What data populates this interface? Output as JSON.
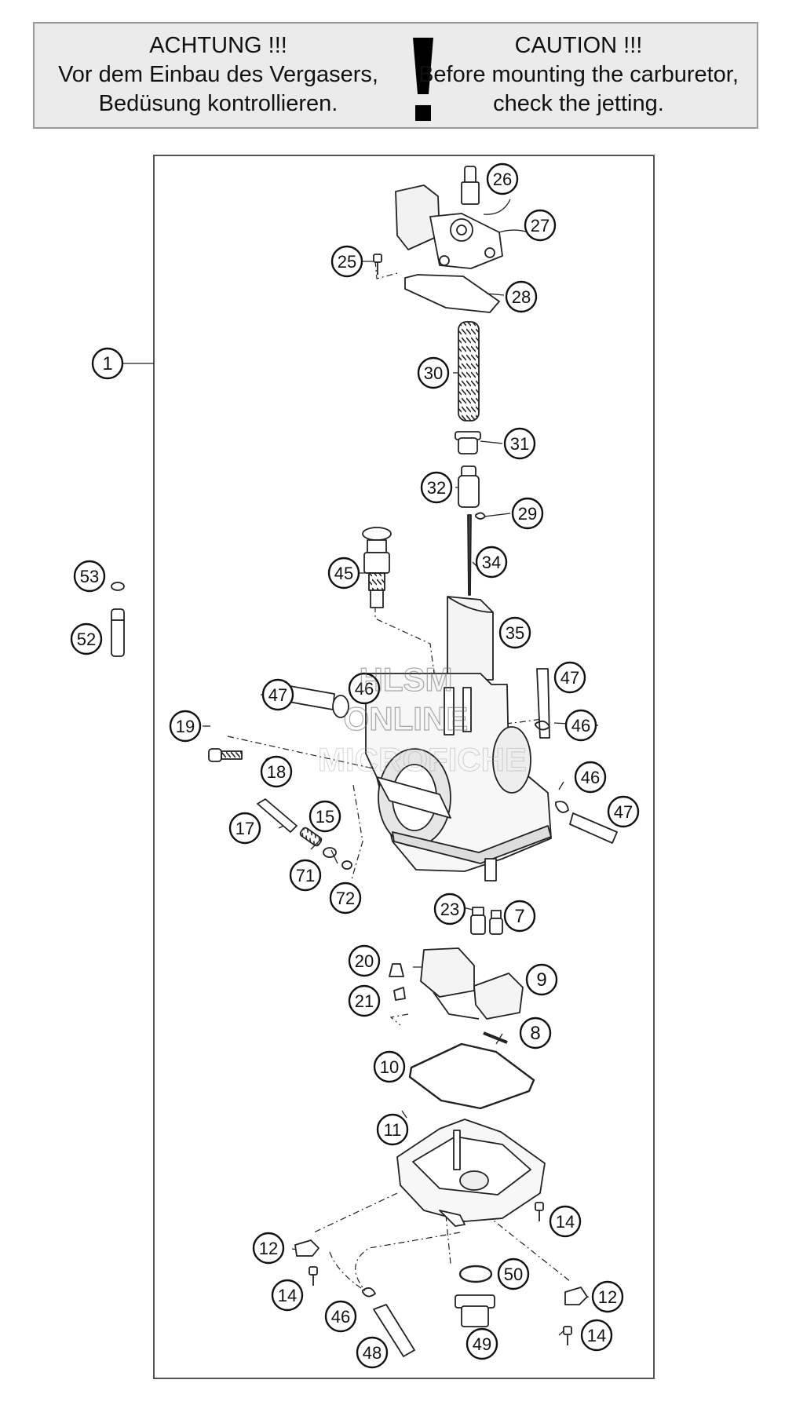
{
  "warning": {
    "de": {
      "title": "ACHTUNG !!!",
      "line1": "Vor dem Einbau des Vergasers,",
      "line2": "Bedüsung kontrollieren."
    },
    "en": {
      "title": "CAUTION !!!",
      "line1": "Before mounting the carburetor,",
      "line2": "check the jetting."
    }
  },
  "watermark": {
    "line1": "HLSM",
    "line2": "ONLINE",
    "line3": "MICROFICHE"
  },
  "callouts": [
    {
      "id": "c1",
      "label": "1"
    },
    {
      "id": "c26",
      "label": "26"
    },
    {
      "id": "c27",
      "label": "27"
    },
    {
      "id": "c25",
      "label": "25"
    },
    {
      "id": "c28",
      "label": "28"
    },
    {
      "id": "c30",
      "label": "30"
    },
    {
      "id": "c31",
      "label": "31"
    },
    {
      "id": "c32",
      "label": "32"
    },
    {
      "id": "c29",
      "label": "29"
    },
    {
      "id": "c34",
      "label": "34"
    },
    {
      "id": "c45",
      "label": "45"
    },
    {
      "id": "c53",
      "label": "53"
    },
    {
      "id": "c52",
      "label": "52"
    },
    {
      "id": "c35",
      "label": "35"
    },
    {
      "id": "c47a",
      "label": "47"
    },
    {
      "id": "c46a",
      "label": "46"
    },
    {
      "id": "c47b",
      "label": "47"
    },
    {
      "id": "c46b",
      "label": "46"
    },
    {
      "id": "c19",
      "label": "19"
    },
    {
      "id": "c18",
      "label": "18"
    },
    {
      "id": "c46c",
      "label": "46"
    },
    {
      "id": "c47c",
      "label": "47"
    },
    {
      "id": "c17",
      "label": "17"
    },
    {
      "id": "c15",
      "label": "15"
    },
    {
      "id": "c71",
      "label": "71"
    },
    {
      "id": "c72",
      "label": "72"
    },
    {
      "id": "c23",
      "label": "23"
    },
    {
      "id": "c7",
      "label": "7"
    },
    {
      "id": "c20",
      "label": "20"
    },
    {
      "id": "c9",
      "label": "9"
    },
    {
      "id": "c21",
      "label": "21"
    },
    {
      "id": "c8",
      "label": "8"
    },
    {
      "id": "c10",
      "label": "10"
    },
    {
      "id": "c11",
      "label": "11"
    },
    {
      "id": "c14a",
      "label": "14"
    },
    {
      "id": "c12a",
      "label": "12"
    },
    {
      "id": "c50",
      "label": "50"
    },
    {
      "id": "c14b",
      "label": "14"
    },
    {
      "id": "c12b",
      "label": "12"
    },
    {
      "id": "c46d",
      "label": "46"
    },
    {
      "id": "c49",
      "label": "49"
    },
    {
      "id": "c14c",
      "label": "14"
    },
    {
      "id": "c48",
      "label": "48"
    }
  ]
}
